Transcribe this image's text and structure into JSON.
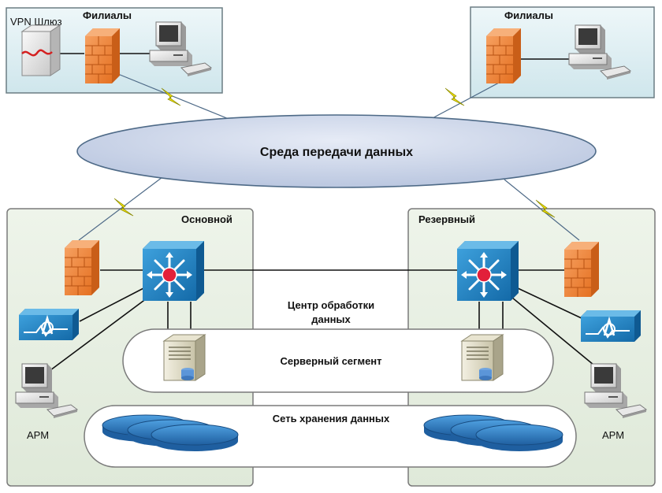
{
  "branch_left": {
    "title": "Филиалы",
    "gateway_label": "VPN Шлюз"
  },
  "branch_right": {
    "title": "Филиалы"
  },
  "network": {
    "label": "Среда передачи данных"
  },
  "dc_main": {
    "title": "Основной",
    "workstation_label": "АРМ"
  },
  "dc_reserve": {
    "title": "Резервный",
    "workstation_label": "АРМ"
  },
  "center": {
    "line1": "Центр обработки",
    "line2": "данных"
  },
  "server_segment": {
    "label": "Серверный  сегмент"
  },
  "storage_segment": {
    "label": "Сеть хранения данных"
  },
  "colors": {
    "zone_fill": "#e2eedd",
    "branch_fill": "#dcedf1",
    "cloud_fill": "#c9d4e8",
    "switch_blue": "#1b7fc0",
    "firewall_orange": "#f08a3c",
    "disk_blue": "#2f80c8"
  }
}
